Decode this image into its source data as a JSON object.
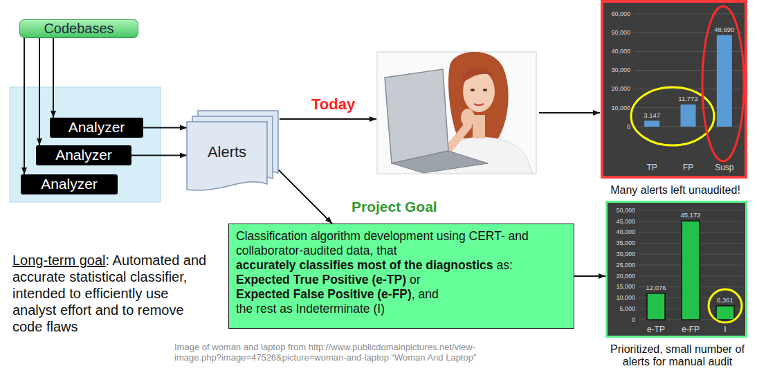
{
  "diagram": {
    "nodes": [
      {
        "text": [
          "Codebases"
        ]
      },
      {
        "text": [
          "Analyzer"
        ]
      },
      {
        "text": [
          "Analyzer"
        ]
      },
      {
        "text": [
          "Analyzer"
        ]
      },
      {
        "text": [
          "Alerts"
        ]
      },
      {
        "text": [
          "60,000",
          "50,000",
          "40,000",
          "30,000",
          "20,000",
          "10,000",
          "0",
          "3,147",
          "11,772",
          "48,690",
          "TP",
          "FP",
          "Susp"
        ]
      },
      {
        "text": [
          "Classification algorithm development using CERT- and collaborator-audited data, that",
          "accurately classifies most of the diagnostics",
          "as:",
          "Expected True Positive (e-TP)",
          "or",
          "Expected False Positive (e-FP)",
          ", and",
          "the rest as Indeterminate (I)"
        ]
      },
      {
        "text": [
          "50,000",
          "45,000",
          "40,000",
          "35,000",
          "30,000",
          "25,000",
          "20,000",
          "15,000",
          "10,000",
          "5,000",
          "0",
          "12,076",
          "45,172",
          "6,361",
          "e-TP",
          "e-FP",
          "I"
        ]
      }
    ],
    "edges": [
      {
        "from": 0,
        "to": 1,
        "arrow": "to"
      },
      {
        "from": 0,
        "to": 2,
        "arrow": "to"
      },
      {
        "from": 0,
        "to": 3,
        "arrow": "to"
      },
      {
        "from": 1,
        "to": 4,
        "arrow": "to"
      },
      {
        "from": 2,
        "to": 4,
        "arrow": "to"
      },
      {
        "from": 4,
        "to": 6,
        "arrow": "to"
      },
      {
        "from": 6,
        "to": 7,
        "arrow": "to"
      }
    ],
    "labels": [
      "Today",
      "Project Goal",
      "Many alerts left unaudited!",
      "Prioritized, small number of alerts for manual audit",
      "Long-term goal",
      ": Automated and accurate statistical classifier, intended to efficiently use analyst effort and to remove code flaws",
      "Image of woman and laptop from http://www.publicdomainpictures.net/view-image.php?image=47526&picture=woman-and-laptop “Woman And Laptop”"
    ]
  }
}
